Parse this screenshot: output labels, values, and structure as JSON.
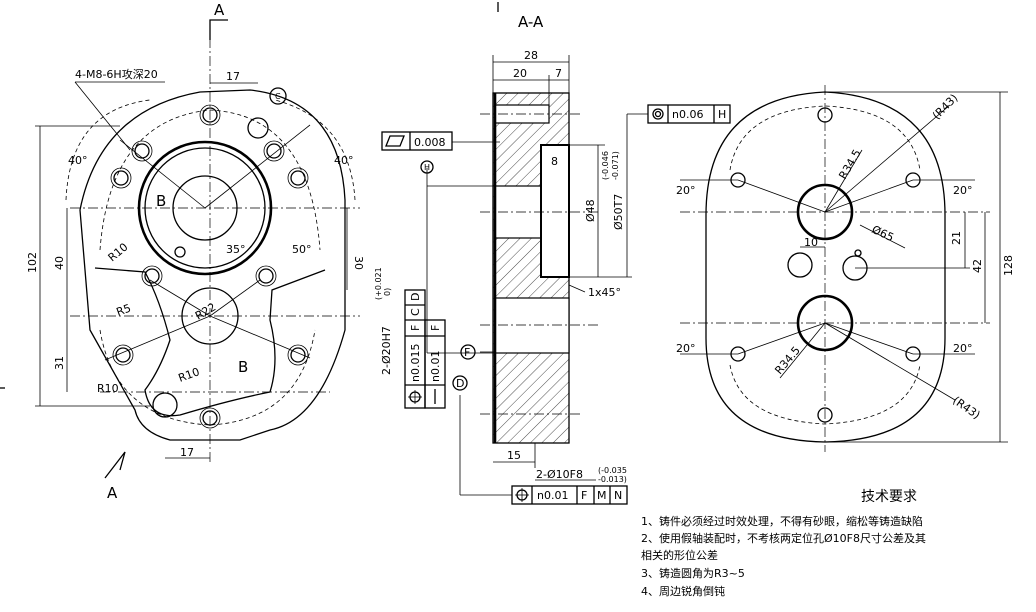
{
  "views": {
    "front": {
      "section_mark_top": "A",
      "section_mark_bottom": "A",
      "thread_callout": "4-M8-6H攻深20",
      "radius_r10_a": "R10",
      "radius_r10_b": "R10",
      "radius_r10_c": "R10",
      "radius_r5": "R5",
      "radius_r22": "R22",
      "angle_40_left": "40°",
      "angle_40_right": "40°",
      "angle_35": "35°",
      "angle_50": "50°",
      "dim_17_top": "17",
      "dim_17_bottom": "17",
      "dim_102": "102",
      "dim_40": "40",
      "dim_31": "31",
      "dim_30": "30",
      "view_b_top": "B",
      "view_b_bottom": "B",
      "datum_c": "C"
    },
    "section": {
      "title": "A-A",
      "dim_28": "28",
      "dim_20": "20",
      "dim_7": "7",
      "dim_8": "8",
      "dim_15": "15",
      "dia_48": "Ø48",
      "dia_50": "Ø50T7",
      "dia_50_tol_upper": "(-0.046",
      "dia_50_tol_lower": "-0.071)",
      "chamfer": "1x45°",
      "flatness_symbol": "▱",
      "flatness_value": "0.008",
      "hole_callout": "2-Ø20H7",
      "hole_tol_upper": "(+0.021",
      "hole_tol_lower": "0)",
      "fcf_pos_value": "n0.015",
      "fcf_pos_ref1": "F",
      "fcf_pos_ref2": "C",
      "fcf_pos_ref3": "D",
      "fcf_par_value": "n0.01",
      "fcf_par_ref": "F",
      "pin_callout": "2-Ø10F8",
      "pin_tol_upper": "(-0.035",
      "pin_tol_lower": "-0.013)",
      "fcf_pin_value": "n0.01",
      "fcf_pin_ref1": "F",
      "fcf_pin_ref2": "M",
      "fcf_pin_ref3": "N",
      "conc_value": "n0.06",
      "conc_ref": "H",
      "datum_h": "H",
      "datum_f": "F",
      "datum_d": "D"
    },
    "right": {
      "radius_r43_top": "(R43)",
      "radius_r43_bottom": "(R43)",
      "radius_r345_top": "R34.5",
      "radius_r345_bottom": "R34.5",
      "dia_65": "Ø65",
      "dim_10": "10",
      "dim_21": "21",
      "dim_42": "42",
      "dim_128": "128",
      "angle_20_1": "20°",
      "angle_20_2": "20°",
      "angle_20_3": "20°",
      "angle_20_4": "20°"
    }
  },
  "tech_requirements": {
    "title": "技术要求",
    "items": [
      "1、铸件必须经过时效处理，不得有砂眼，缩松等铸造缺陷",
      "2、使用假轴装配时，不考核两定位孔Ø10F8尺寸公差及其",
      "相关的形位公差",
      "3、铸造圆角为R3~5",
      "4、周边锐角倒钝"
    ]
  }
}
